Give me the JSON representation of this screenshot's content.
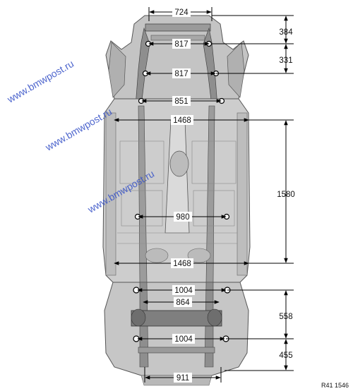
{
  "diagram": {
    "dimensions": {
      "top_width": "724",
      "width_2": "817",
      "width_3": "817",
      "width_4": "851",
      "width_5": "1468",
      "width_6": "980",
      "width_7": "1468",
      "width_8": "1004",
      "width_9": "864",
      "width_10": "1004",
      "bottom_width": "911",
      "right_1": "384",
      "right_2": "331",
      "right_3": "1580",
      "right_4": "558",
      "right_5": "455"
    },
    "reference_code": "R41 1546",
    "watermark": "www.bmwpost.ru",
    "colors": {
      "body_fill": "#c8c8c8",
      "body_stroke": "#555555",
      "line": "#000000",
      "watermark": "#3a55c8"
    }
  }
}
